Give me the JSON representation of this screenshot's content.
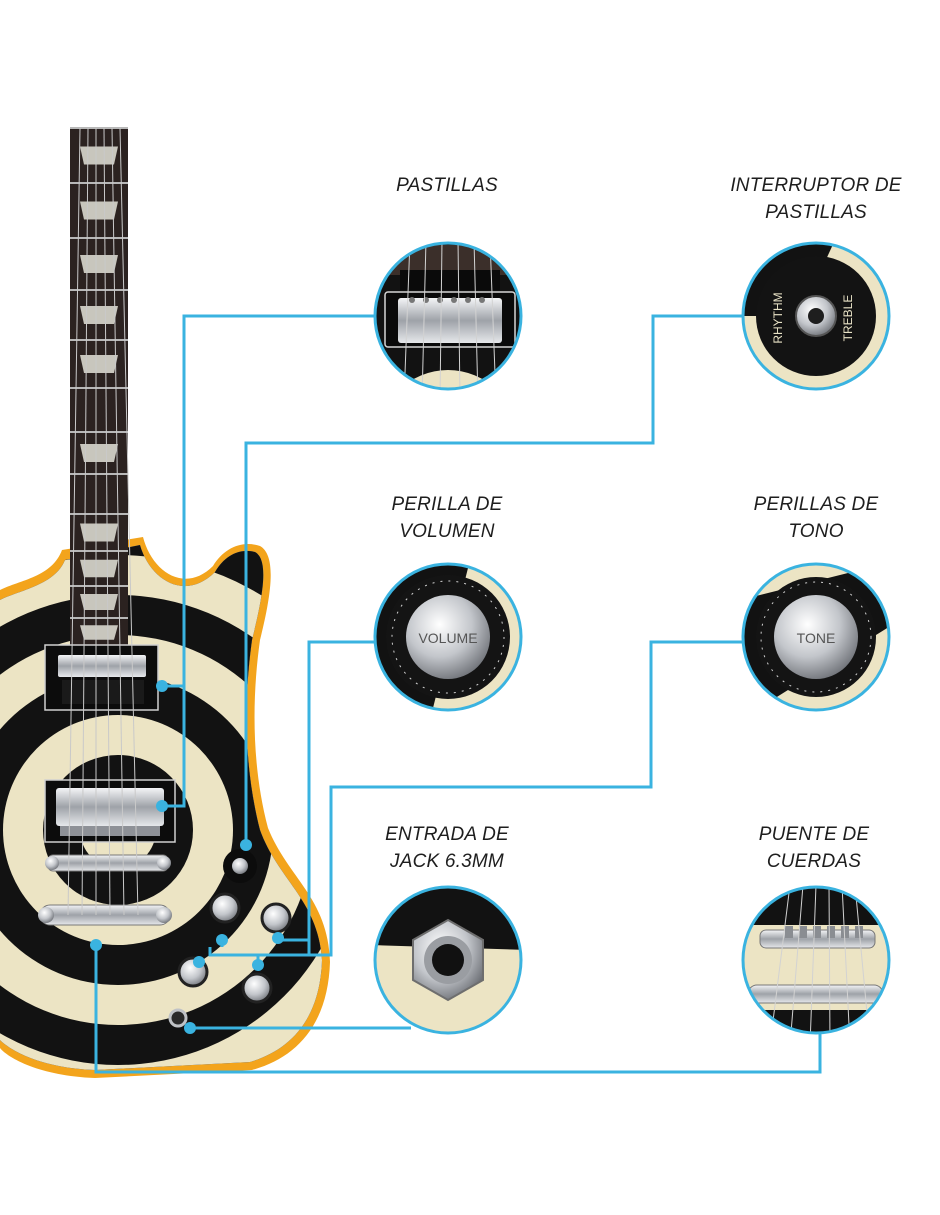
{
  "labels": {
    "pickups": [
      "PASTILLAS"
    ],
    "pickup_switch": [
      "INTERRUPTOR DE",
      "PASTILLAS"
    ],
    "volume_knob": [
      "PERILLA DE",
      "VOLUMEN"
    ],
    "tone_knobs": [
      "PERILLAS DE",
      "TONO"
    ],
    "jack_input": [
      "ENTRADA DE",
      "JACK 6.3MM"
    ],
    "bridge": [
      "PUENTE DE",
      "CUERDAS"
    ]
  },
  "detail_text": {
    "switch_left": "RHYTHM",
    "switch_right": "TREBLE",
    "volume_cap": "VOLUME",
    "tone_cap": "TONE"
  },
  "colors": {
    "callout_line": "#3ab3e0",
    "body_cream": "#ece4c4",
    "body_black": "#121212",
    "binding_orange": "#f3a41c",
    "chrome": "#c9ccd1",
    "fretboard": "#2b2220",
    "inlay": "#c8c6bd",
    "label_text": "#1e1e1e"
  }
}
